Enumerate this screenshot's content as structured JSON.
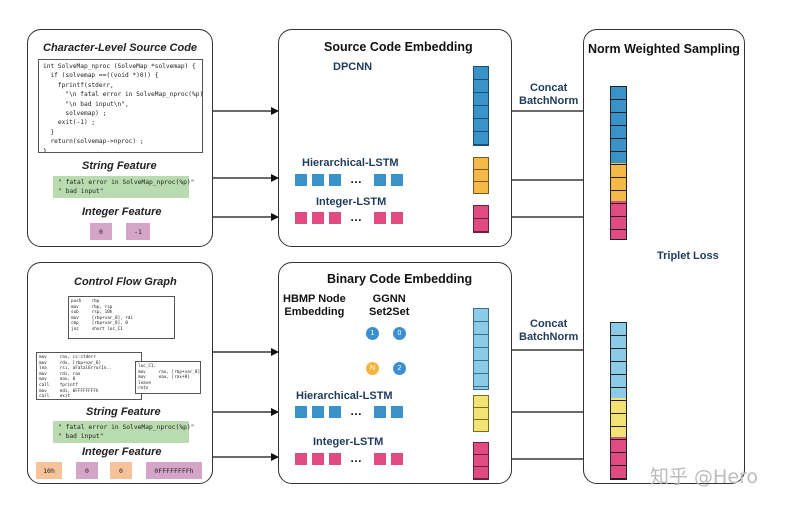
{
  "source_panel": {
    "title": "Character-Level Source Code",
    "code": "int SolveMap_nproc (SolveMap *solvemap) {\n  if (solvemap ==((void *)0)) {\n    fprintf(stderr,\n      \"\\n fatal error in SolveMap_nproc(%p)\"\n      \"\\n bad input\\n\",\n      solvemap) ;\n    exit(-1) ;\n  }\n  return(solvemap->nproc) ;\n}",
    "string_feature_title": "String Feature",
    "strings": "\" fatal error in SolveMap_nproc(%p)\"\n\" bad input\"",
    "integer_feature_title": "Integer Feature",
    "integers": [
      "0",
      "-1"
    ]
  },
  "binary_panel": {
    "title": "Control Flow Graph",
    "cfg_top": "push    rbp\nmov     rbp, rsp\nsub     rsp, 10h\nmov     [rbp+var_8], rdi\ncmp     [rbp+var_8], 0\njnz     short loc_C1",
    "cfg_left": "mov     rax, cs:stderr\nmov     rdx, [rbp+var_8]\nlea     rsi, aFatalErrorIn..\nmov     rdi, rax\nmov     eax, 0\ncall    fprintf\nmov     edi, 0FFFFFFFFh\ncall    exit",
    "cfg_right": "loc_C1:\nmov     rax, [rbp+var_8]\nmov     eax, [rax+8]\nleave\nretn",
    "string_feature_title": "String Feature",
    "strings": "\" fatal error in SolveMap_nproc(%p)\"\n\" bad input\"",
    "integer_feature_title": "Integer Feature",
    "integers": [
      "10h",
      "0",
      "0",
      "0FFFFFFFFh"
    ]
  },
  "source_embedding": {
    "title": "Source Code Embedding",
    "dpcnn": "DPCNN",
    "hlstm": "Hierarchical-LSTM",
    "ilstm": "Integer-LSTM",
    "dots": "…"
  },
  "binary_embedding": {
    "title": "Binary Code Embedding",
    "hbmp": "HBMP Node\nEmbedding",
    "ggnn": "GGNN\nSet2Set",
    "hlstm": "Hierarchical-LSTM",
    "ilstm": "Integer-LSTM",
    "dots": "…",
    "node_labels": [
      "1",
      "0",
      "N",
      "2"
    ]
  },
  "sampling": {
    "title": "Norm Weighted Sampling",
    "concat_top": "Concat\nBatchNorm",
    "concat_bottom": "Concat\nBatchNorm",
    "loss": "Triplet Loss"
  },
  "watermark": "知乎 @Hero",
  "colors": {
    "blue_dark": "#3a93c8",
    "blue_light": "#8ccbe8",
    "orange": "#f5b94a",
    "yellow": "#f3e374",
    "pink": "#e04b82",
    "purple_int": "#d4a5c6",
    "peach_int": "#f6c29a",
    "string_green": "#b9dbb0",
    "node_blue": "#3a8fd1",
    "node_orange": "#f3b33d"
  }
}
